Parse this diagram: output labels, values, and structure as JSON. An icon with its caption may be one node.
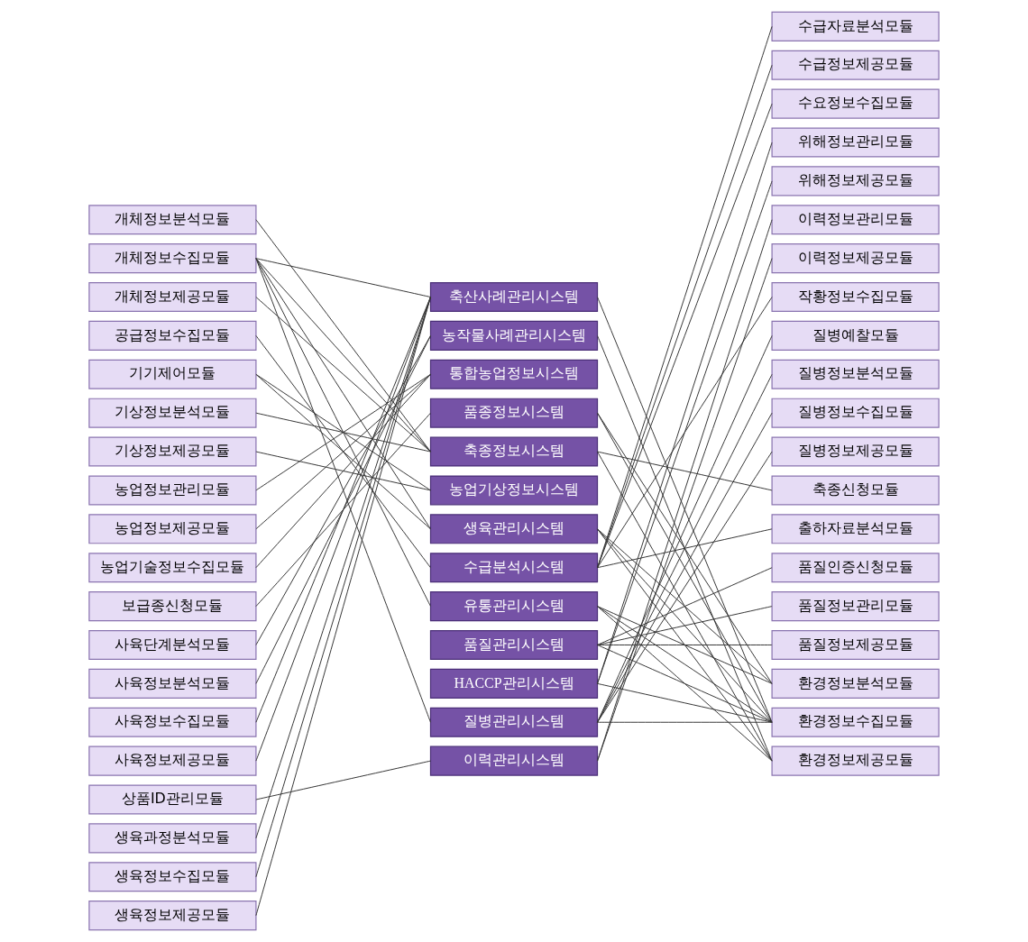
{
  "diagram": {
    "nodes": [
      {
        "text": [
          "개체정보분석모듈"
        ]
      },
      {
        "text": [
          "개체정보수집모듈"
        ]
      },
      {
        "text": [
          "개체정보제공모듈"
        ]
      },
      {
        "text": [
          "공급정보수집모듈"
        ]
      },
      {
        "text": [
          "기기제어모듈"
        ]
      },
      {
        "text": [
          "기상정보분석모듈"
        ]
      },
      {
        "text": [
          "기상정보제공모듈"
        ]
      },
      {
        "text": [
          "농업정보관리모듈"
        ]
      },
      {
        "text": [
          "농업정보제공모듈"
        ]
      },
      {
        "text": [
          "농업기술정보수집모듈"
        ]
      },
      {
        "text": [
          "보급종신청모듈"
        ]
      },
      {
        "text": [
          "사육단계분석모듈"
        ]
      },
      {
        "text": [
          "사육정보분석모듈"
        ]
      },
      {
        "text": [
          "사육정보수집모듈"
        ]
      },
      {
        "text": [
          "사육정보제공모듈"
        ]
      },
      {
        "text": [
          "상품ID관리모듈"
        ]
      },
      {
        "text": [
          "생육과정분석모듈"
        ]
      },
      {
        "text": [
          "생육정보수집모듈"
        ]
      },
      {
        "text": [
          "생육정보제공모듈"
        ]
      },
      {
        "text": [
          "축산사례관리시스템"
        ]
      },
      {
        "text": [
          "농작물사례관리시스템"
        ]
      },
      {
        "text": [
          "통합농업정보시스템"
        ]
      },
      {
        "text": [
          "품종정보시스템"
        ]
      },
      {
        "text": [
          "축종정보시스템"
        ]
      },
      {
        "text": [
          "농업기상정보시스템"
        ]
      },
      {
        "text": [
          "생육관리시스템"
        ]
      },
      {
        "text": [
          "수급분석시스템"
        ]
      },
      {
        "text": [
          "유통관리시스템"
        ]
      },
      {
        "text": [
          "품질관리시스템"
        ]
      },
      {
        "text": [
          "HACCP관리시스템"
        ]
      },
      {
        "text": [
          "질병관리시스템"
        ]
      },
      {
        "text": [
          "이력관리시스템"
        ]
      },
      {
        "text": [
          "수급자료분석모듈"
        ]
      },
      {
        "text": [
          "수급정보제공모듈"
        ]
      },
      {
        "text": [
          "수요정보수집모듈"
        ]
      },
      {
        "text": [
          "위해정보관리모듈"
        ]
      },
      {
        "text": [
          "위해정보제공모듈"
        ]
      },
      {
        "text": [
          "이력정보관리모듈"
        ]
      },
      {
        "text": [
          "이력정보제공모듈"
        ]
      },
      {
        "text": [
          "작황정보수집모듈"
        ]
      },
      {
        "text": [
          "질병예찰모듈"
        ]
      },
      {
        "text": [
          "질병정보분석모듈"
        ]
      },
      {
        "text": [
          "질병정보수집모듈"
        ]
      },
      {
        "text": [
          "질병정보제공모듈"
        ]
      },
      {
        "text": [
          "축종신청모듈"
        ]
      },
      {
        "text": [
          "출하자료분석모듈"
        ]
      },
      {
        "text": [
          "품질인증신청모듈"
        ]
      },
      {
        "text": [
          "품질정보관리모듈"
        ]
      },
      {
        "text": [
          "품질정보제공모듈"
        ]
      },
      {
        "text": [
          "환경정보분석모듈"
        ]
      },
      {
        "text": [
          "환경정보수집모듈"
        ]
      },
      {
        "text": [
          "환경정보제공모듈"
        ]
      }
    ],
    "edges": [
      {
        "from": 0,
        "to": 23,
        "arrow": "none"
      },
      {
        "from": 1,
        "to": 19,
        "arrow": "none"
      },
      {
        "from": 1,
        "to": 23,
        "arrow": "none"
      },
      {
        "from": 1,
        "to": 25,
        "arrow": "none"
      },
      {
        "from": 1,
        "to": 27,
        "arrow": "none"
      },
      {
        "from": 1,
        "to": 30,
        "arrow": "none"
      },
      {
        "from": 2,
        "to": 23,
        "arrow": "none"
      },
      {
        "from": 3,
        "to": 26,
        "arrow": "none"
      },
      {
        "from": 4,
        "to": 24,
        "arrow": "none"
      },
      {
        "from": 4,
        "to": 25,
        "arrow": "none"
      },
      {
        "from": 5,
        "to": 23,
        "arrow": "none"
      },
      {
        "from": 6,
        "to": 24,
        "arrow": "none"
      },
      {
        "from": 7,
        "to": 21,
        "arrow": "none"
      },
      {
        "from": 8,
        "to": 21,
        "arrow": "none"
      },
      {
        "from": 9,
        "to": 21,
        "arrow": "none"
      },
      {
        "from": 10,
        "to": 22,
        "arrow": "none"
      },
      {
        "from": 11,
        "to": 20,
        "arrow": "none"
      },
      {
        "from": 12,
        "to": 20,
        "arrow": "none"
      },
      {
        "from": 13,
        "to": 19,
        "arrow": "none"
      },
      {
        "from": 14,
        "to": 19,
        "arrow": "none"
      },
      {
        "from": 15,
        "to": 31,
        "arrow": "none"
      },
      {
        "from": 16,
        "to": 19,
        "arrow": "none"
      },
      {
        "from": 17,
        "to": 19,
        "arrow": "none"
      },
      {
        "from": 18,
        "to": 19,
        "arrow": "none"
      },
      {
        "from": 19,
        "to": 50,
        "arrow": "none"
      },
      {
        "from": 20,
        "to": 51,
        "arrow": "none"
      },
      {
        "from": 22,
        "to": 49,
        "arrow": "none"
      },
      {
        "from": 22,
        "to": 50,
        "arrow": "none"
      },
      {
        "from": 23,
        "to": 44,
        "arrow": "none"
      },
      {
        "from": 23,
        "to": 51,
        "arrow": "none"
      },
      {
        "from": 25,
        "to": 49,
        "arrow": "none"
      },
      {
        "from": 25,
        "to": 50,
        "arrow": "none"
      },
      {
        "from": 25,
        "to": 51,
        "arrow": "none"
      },
      {
        "from": 26,
        "to": 32,
        "arrow": "none"
      },
      {
        "from": 26,
        "to": 33,
        "arrow": "none"
      },
      {
        "from": 26,
        "to": 34,
        "arrow": "none"
      },
      {
        "from": 26,
        "to": 39,
        "arrow": "none"
      },
      {
        "from": 26,
        "to": 45,
        "arrow": "none"
      },
      {
        "from": 27,
        "to": 49,
        "arrow": "none"
      },
      {
        "from": 27,
        "to": 50,
        "arrow": "none"
      },
      {
        "from": 27,
        "to": 51,
        "arrow": "none"
      },
      {
        "from": 28,
        "to": 46,
        "arrow": "none"
      },
      {
        "from": 28,
        "to": 47,
        "arrow": "none"
      },
      {
        "from": 28,
        "to": 48,
        "arrow": "none"
      },
      {
        "from": 28,
        "to": 50,
        "arrow": "none"
      },
      {
        "from": 29,
        "to": 35,
        "arrow": "none"
      },
      {
        "from": 29,
        "to": 36,
        "arrow": "none"
      },
      {
        "from": 29,
        "to": 50,
        "arrow": "none"
      },
      {
        "from": 30,
        "to": 40,
        "arrow": "none"
      },
      {
        "from": 30,
        "to": 41,
        "arrow": "none"
      },
      {
        "from": 30,
        "to": 42,
        "arrow": "none"
      },
      {
        "from": 30,
        "to": 43,
        "arrow": "none"
      },
      {
        "from": 30,
        "to": 50,
        "arrow": "none"
      },
      {
        "from": 31,
        "to": 37,
        "arrow": "none"
      },
      {
        "from": 31,
        "to": 38,
        "arrow": "none"
      }
    ]
  }
}
